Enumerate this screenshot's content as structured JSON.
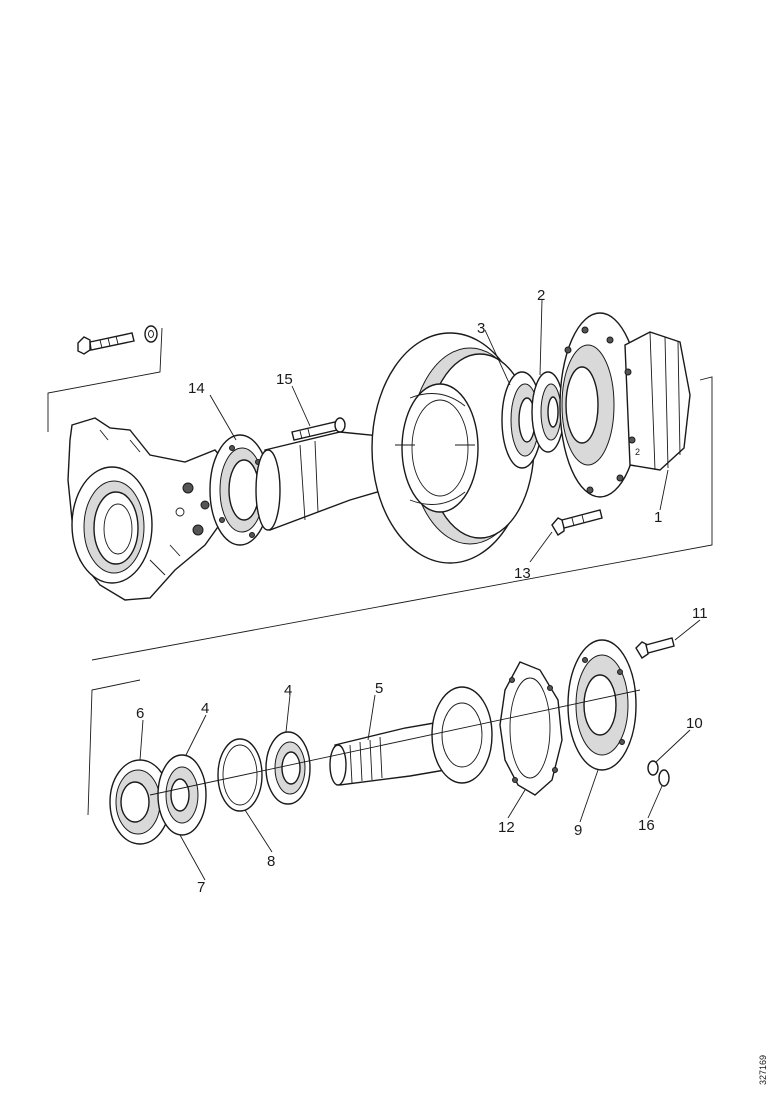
{
  "diagram": {
    "reference_code": "327169",
    "callouts": [
      {
        "id": "c1",
        "text": "1"
      },
      {
        "id": "c2",
        "text": "2"
      },
      {
        "id": "c3",
        "text": "3"
      },
      {
        "id": "c4a",
        "text": "4"
      },
      {
        "id": "c4b",
        "text": "4"
      },
      {
        "id": "c5",
        "text": "5"
      },
      {
        "id": "c6",
        "text": "6"
      },
      {
        "id": "c7",
        "text": "7"
      },
      {
        "id": "c8",
        "text": "8"
      },
      {
        "id": "c9",
        "text": "9"
      },
      {
        "id": "c10",
        "text": "10"
      },
      {
        "id": "c11",
        "text": "11"
      },
      {
        "id": "c12",
        "text": "12"
      },
      {
        "id": "c13",
        "text": "13"
      },
      {
        "id": "c14",
        "text": "14"
      },
      {
        "id": "c15",
        "text": "15"
      },
      {
        "id": "c16",
        "text": "16"
      }
    ]
  }
}
